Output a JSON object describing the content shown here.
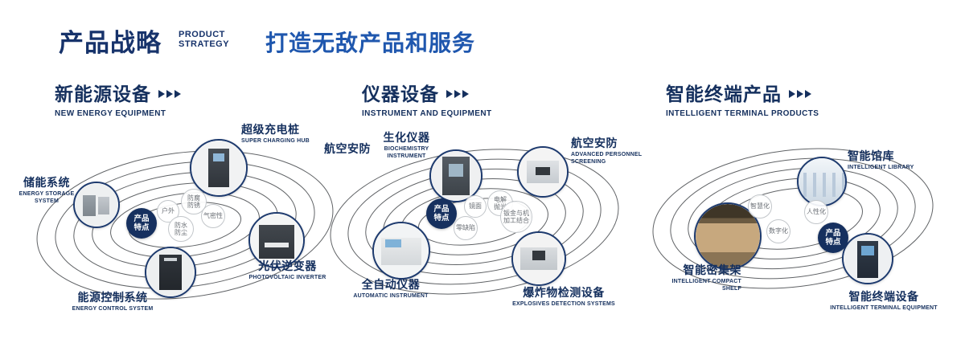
{
  "header": {
    "title": "产品战略",
    "subtitle_line1": "PRODUCT",
    "subtitle_line2": "STRATEGY",
    "tagline": "打造无敌产品和服务"
  },
  "colors": {
    "navy": "#15305e",
    "accent_blue": "#1f57ae"
  },
  "sections": [
    {
      "title": "新能源设备",
      "subtitle": "NEW ENERGY EQUIPMENT",
      "badge": "产品特点",
      "features": [
        "户外",
        "防腐防锈",
        "气密性",
        "防水防尘"
      ],
      "products": [
        {
          "name": "储能系统",
          "en": "ENERGY STORAGE SYSTEM"
        },
        {
          "name": "超级充电桩",
          "en": "SUPER CHARGING HUB"
        },
        {
          "name": "光伏逆变器",
          "en": "PHOTOVOLTAIC INVERTER"
        },
        {
          "name": "能源控制系统",
          "en": "ENERGY CONTROL SYSTEM"
        }
      ]
    },
    {
      "title": "仪器设备",
      "subtitle": "INSTRUMENT AND EQUIPMENT",
      "badge": "产品特点",
      "extra_label": "航空安防",
      "features": [
        "镜面",
        "电解抛光",
        "零缺陷",
        "钣金与机加工结合"
      ],
      "products": [
        {
          "name": "生化仪器",
          "en": "BIOCHEMISTRY INSTRUMENT"
        },
        {
          "name": "航空安防",
          "en": "ADVANCED PERSONNEL SCREENING"
        },
        {
          "name": "全自动仪器",
          "en": "AUTOMATIC INSTRUMENT"
        },
        {
          "name": "爆炸物检测设备",
          "en": "EXPLOSIVES DETECTION SYSTEMS"
        }
      ]
    },
    {
      "title": "智能终端产品",
      "subtitle": "INTELLIGENT TERMINAL PRODUCTS",
      "badge": "产品特点",
      "features": [
        "智慧化",
        "人性化",
        "数字化"
      ],
      "products": [
        {
          "name": "智能馆库",
          "en": "INTELLIGENT LIBRARY"
        },
        {
          "name": "智能密集架",
          "en": "INTELLIGENT COMPACT SHELF"
        },
        {
          "name": "智能终端设备",
          "en": "INTELLIGENT TERMINAL EQUIPMENT"
        }
      ]
    }
  ]
}
